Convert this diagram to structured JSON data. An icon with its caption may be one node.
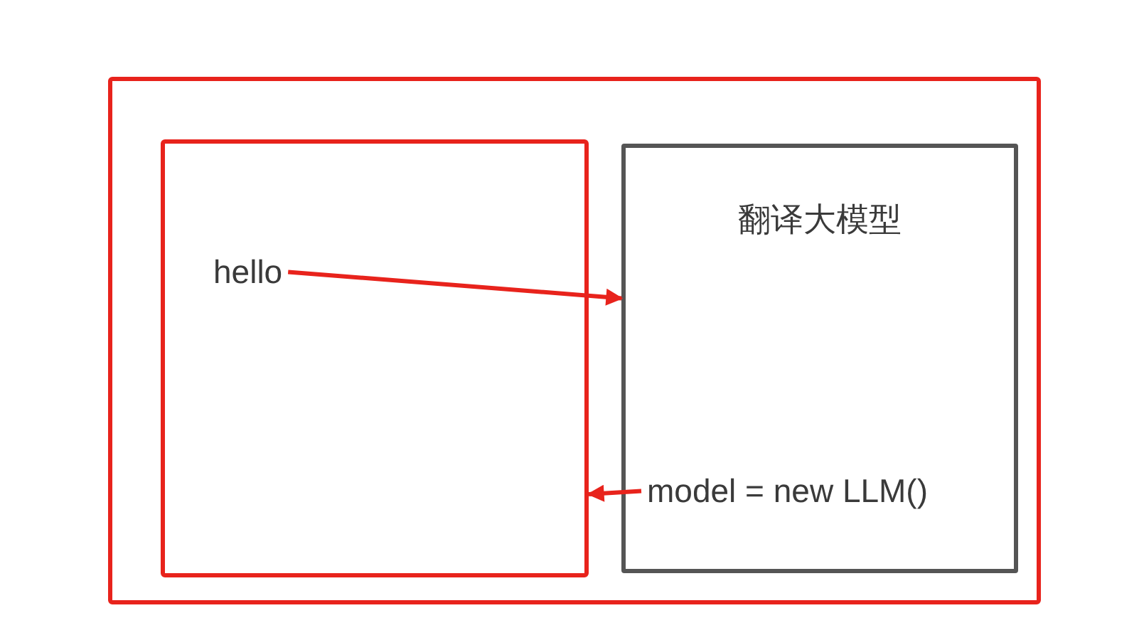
{
  "diagram": {
    "nodes": [
      {
        "text": [],
        "shape": "box"
      },
      {
        "text": [],
        "shape": "box",
        "in": 0
      },
      {
        "text": [
          "翻译大模型"
        ],
        "in": 0
      },
      {
        "text": [
          "hello"
        ],
        "in": 1
      },
      {
        "text": [
          "model = new LLM()"
        ],
        "in": 2
      }
    ],
    "edges": [
      {
        "from": 3,
        "to": 2,
        "arrow": "to"
      },
      {
        "from": 4,
        "to": 1,
        "arrow": "to"
      }
    ]
  }
}
